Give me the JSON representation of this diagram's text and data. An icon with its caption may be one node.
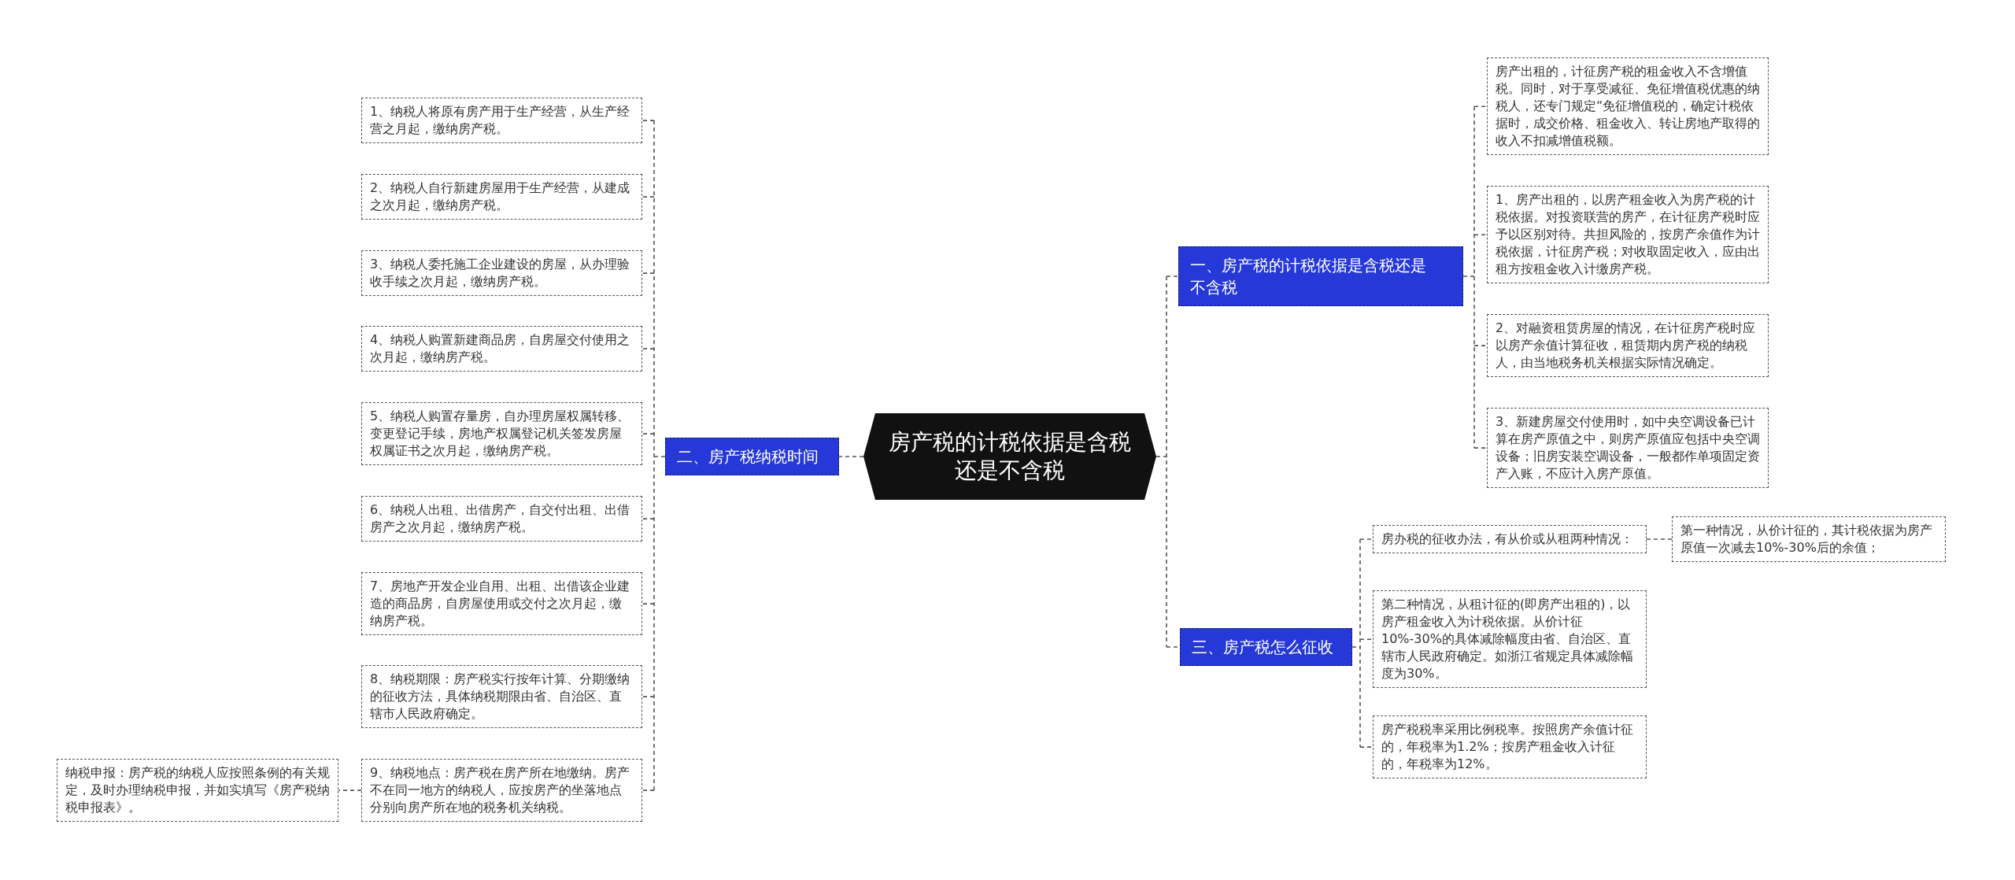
{
  "diagram": {
    "nodes": [
      {
        "text": [
          "房产税的计税依据是含税还是不含税"
        ]
      },
      {
        "text": [
          "一、房产税的计税依据是含税还是不含税"
        ]
      },
      {
        "text": [
          "房产出租的，计征房产税的租金收入不含增值税。同时，对于享受减征、免征增值税优惠的纳税人，还专门规定“免征增值税的，确定计税依据时，成交价格、租金收入、转让房地产取得的收入不扣减增值税额。"
        ]
      },
      {
        "text": [
          "1、房产出租的，以房产租金收入为房产税的计税依据。对投资联营的房产，在计征房产税时应予以区别对待。共担风险的，按房产余值作为计税依据，计征房产税；对收取固定收入，应由出租方按租金收入计缴房产税。"
        ]
      },
      {
        "text": [
          "2、对融资租赁房屋的情况，在计征房产税时应以房产余值计算征收，租赁期内房产税的纳税人，由当地税务机关根据实际情况确定。"
        ]
      },
      {
        "text": [
          "3、新建房屋交付使用时，如中央空调设备已计算在房产原值之中，则房产原值应包括中央空调设备；旧房安装空调设备，一般都作单项固定资产入账，不应计入房产原值。"
        ]
      },
      {
        "text": [
          "二、房产税纳税时间"
        ]
      },
      {
        "text": [
          "1、纳税人将原有房产用于生产经营，从生产经营之月起，缴纳房产税。"
        ]
      },
      {
        "text": [
          "2、纳税人自行新建房屋用于生产经营，从建成之次月起，缴纳房产税。"
        ]
      },
      {
        "text": [
          "3、纳税人委托施工企业建设的房屋，从办理验收手续之次月起，缴纳房产税。"
        ]
      },
      {
        "text": [
          "4、纳税人购置新建商品房，自房屋交付使用之次月起，缴纳房产税。"
        ]
      },
      {
        "text": [
          "5、纳税人购置存量房，自办理房屋权属转移、变更登记手续，房地产权属登记机关签发房屋权属证书之次月起，缴纳房产税。"
        ]
      },
      {
        "text": [
          "6、纳税人出租、出借房产，自交付出租、出借房产之次月起，缴纳房产税。"
        ]
      },
      {
        "text": [
          "7、房地产开发企业自用、出租、出借该企业建造的商品房，自房屋使用或交付之次月起，缴纳房产税。"
        ]
      },
      {
        "text": [
          "8、纳税期限：房产税实行按年计算、分期缴纳的征收方法，具体纳税期限由省、自治区、直辖市人民政府确定。"
        ]
      },
      {
        "text": [
          "9、纳税地点：房产税在房产所在地缴纳。房产不在同一地方的纳税人，应按房产的坐落地点分别向房产所在地的税务机关纳税。"
        ]
      },
      {
        "text": [
          "纳税申报：房产税的纳税人应按照条例的有关规定，及时办理纳税申报，并如实填写《房产税纳税申报表》。"
        ]
      },
      {
        "text": [
          "三、房产税怎么征收"
        ]
      },
      {
        "text": [
          "房办税的征收办法，有从价或从租两种情况："
        ]
      },
      {
        "text": [
          "第一种情况，从价计征的，其计税依据为房产原值一次减去10%-30%后的余值；"
        ]
      },
      {
        "text": [
          "第二种情况，从租计征的(即房产出租的)，以房产租金收入为计税依据。从价计征10%-30%的具体减除幅度由省、自治区、直辖市人民政府确定。如浙江省规定具体减除幅度为30%。"
        ]
      },
      {
        "text": [
          "房产税税率采用比例税率。按照房产余值计征的，年税率为1.2%；按房产租金收入计征的，年税率为12%。"
        ]
      }
    ],
    "edges": [
      {
        "from": 0,
        "to": 1,
        "arrow": "none"
      },
      {
        "from": 1,
        "to": 2,
        "arrow": "none"
      },
      {
        "from": 1,
        "to": 3,
        "arrow": "none"
      },
      {
        "from": 1,
        "to": 4,
        "arrow": "none"
      },
      {
        "from": 1,
        "to": 5,
        "arrow": "none"
      },
      {
        "from": 0,
        "to": 6,
        "arrow": "none"
      },
      {
        "from": 6,
        "to": 7,
        "arrow": "none"
      },
      {
        "from": 6,
        "to": 8,
        "arrow": "none"
      },
      {
        "from": 6,
        "to": 9,
        "arrow": "none"
      },
      {
        "from": 6,
        "to": 10,
        "arrow": "none"
      },
      {
        "from": 6,
        "to": 11,
        "arrow": "none"
      },
      {
        "from": 6,
        "to": 12,
        "arrow": "none"
      },
      {
        "from": 6,
        "to": 13,
        "arrow": "none"
      },
      {
        "from": 6,
        "to": 14,
        "arrow": "none"
      },
      {
        "from": 6,
        "to": 15,
        "arrow": "none"
      },
      {
        "from": 15,
        "to": 16,
        "arrow": "none"
      },
      {
        "from": 0,
        "to": 17,
        "arrow": "none"
      },
      {
        "from": 17,
        "to": 18,
        "arrow": "none"
      },
      {
        "from": 18,
        "to": 19,
        "arrow": "none"
      },
      {
        "from": 17,
        "to": 20,
        "arrow": "none"
      },
      {
        "from": 17,
        "to": 21,
        "arrow": "none"
      }
    ]
  }
}
